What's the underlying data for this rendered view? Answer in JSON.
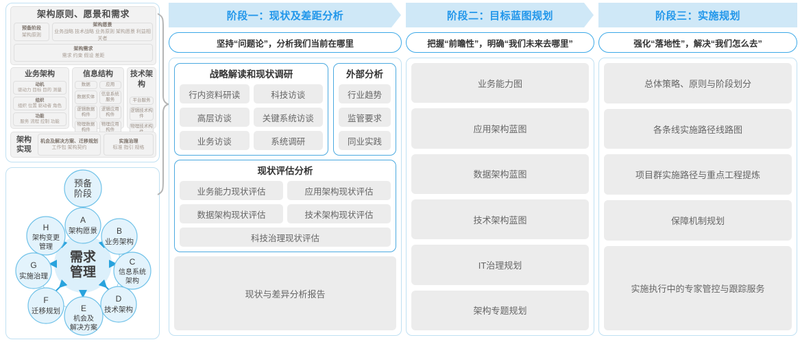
{
  "left_panel": {
    "togaf": {
      "principles_title": "架构原则、愿景和需求",
      "prep": {
        "title": "预备阶段",
        "sub": "架构原则"
      },
      "vision": {
        "title": "架构愿景",
        "sub": "业务战略 技术战略 业务原则 架构愿景 利益相关者"
      },
      "requirements": {
        "title": "架构需求",
        "sub": "需求  约束  假设  差距"
      },
      "columns": [
        {
          "head": "业务架构",
          "groups": [
            {
              "title": "动机",
              "sub": "驱动力 目标 目的 测量"
            },
            {
              "title": "组织",
              "sub": "组织 位置 驱动者 角色"
            },
            {
              "title": "功能",
              "sub": "服务 流程 控制 功能"
            }
          ]
        },
        {
          "head": "信息结构",
          "subcolumns": [
            {
              "title": "数据",
              "items": [
                "数据实体",
                "逻辑数据构件",
                "物理数据构件"
              ]
            },
            {
              "title": "应用",
              "items": [
                "信息系统服务",
                "逻辑应用构件",
                "物理应用构件"
              ]
            }
          ]
        },
        {
          "head": "技术架构",
          "items": [
            "平台服务",
            "逻辑技术构件",
            "物理技术构件"
          ]
        }
      ],
      "realization": {
        "label": "架构实现",
        "opportunity": {
          "title": "机会及解决方案、迁移规划",
          "sub": "工作包  架构契约"
        },
        "governance": {
          "title": "实施治理",
          "sub": "标准  指引  规格"
        }
      }
    },
    "adm": {
      "center": "需求管理",
      "preliminary": "预备阶段",
      "phases": [
        {
          "key": "A",
          "label": "架构愿景"
        },
        {
          "key": "B",
          "label": "业务架构"
        },
        {
          "key": "C",
          "label": "信息系统架构"
        },
        {
          "key": "D",
          "label": "技术架构"
        },
        {
          "key": "E",
          "label": "机会及解决方案"
        },
        {
          "key": "F",
          "label": "迁移规划"
        },
        {
          "key": "G",
          "label": "实施治理"
        },
        {
          "key": "H",
          "label": "架构变更管理"
        }
      ]
    }
  },
  "stages": [
    {
      "title": "阶段一：现状及差距分析",
      "slogan": "坚持“问题论”，分析我们当前在哪里",
      "research_panel": {
        "title": "战略解读和现状调研",
        "rows": [
          [
            "行内资料研读",
            "科技访谈"
          ],
          [
            "高层访谈",
            "关键系统访谈"
          ],
          [
            "业务访谈",
            "系统调研"
          ]
        ]
      },
      "external_panel": {
        "title": "外部分析",
        "items": [
          "行业趋势",
          "监管要求",
          "同业实践"
        ]
      },
      "assess_panel": {
        "title": "现状评估分析",
        "rows": [
          [
            "业务能力现状评估",
            "应用架构现状评估"
          ],
          [
            "数据架构现状评估",
            "技术架构现状评估"
          ]
        ],
        "wide": "科技治理现状评估"
      },
      "report": "现状与差异分析报告"
    },
    {
      "title": "阶段二：目标蓝图规划",
      "slogan": "把握“前瞻性”，明确“我们未来去哪里”",
      "items": [
        "业务能力图",
        "应用架构蓝图",
        "数据架构蓝图",
        "技术架构蓝图",
        "IT治理规划",
        "架构专题规划"
      ]
    },
    {
      "title": "阶段三：实施规划",
      "slogan": "强化“落地性”，解决“我们怎么去”",
      "items": [
        "总体策略、原则与阶段划分",
        "各条线实施路径线路图",
        "项目群实施路径与重点工程提炼",
        "保障机制规划",
        "实施执行中的专家管控与跟踪服务"
      ]
    }
  ],
  "colors": {
    "stage_header_bg": "#cfe8f7",
    "stage_title": "#2196ea",
    "panel_border": "#4aa9e0",
    "chip_bg": "#ececec",
    "circle_fill": "#dcf0fb",
    "circle_stroke": "#6ec1e8",
    "arrow": "#29a3dd"
  }
}
